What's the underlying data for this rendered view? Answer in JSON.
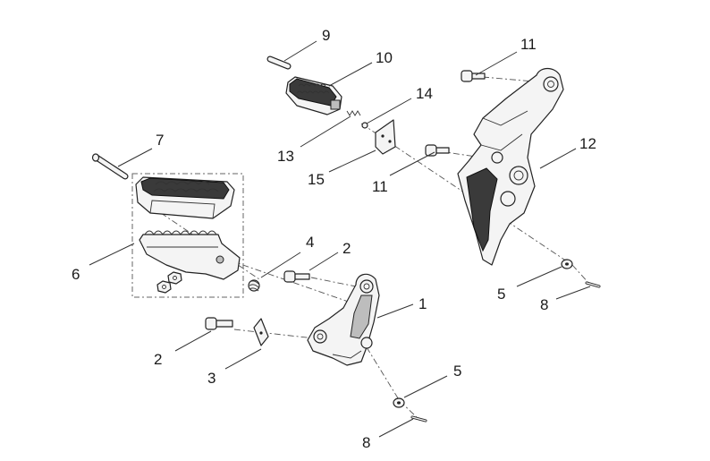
{
  "callouts": [
    {
      "id": "c1",
      "text": "1"
    },
    {
      "id": "c2a",
      "text": "2"
    },
    {
      "id": "c2b",
      "text": "2"
    },
    {
      "id": "c3",
      "text": "3"
    },
    {
      "id": "c4",
      "text": "4"
    },
    {
      "id": "c5a",
      "text": "5"
    },
    {
      "id": "c5b",
      "text": "5"
    },
    {
      "id": "c6",
      "text": "6"
    },
    {
      "id": "c7",
      "text": "7"
    },
    {
      "id": "c8a",
      "text": "8"
    },
    {
      "id": "c8b",
      "text": "8"
    },
    {
      "id": "c9",
      "text": "9"
    },
    {
      "id": "c10",
      "text": "10"
    },
    {
      "id": "c11a",
      "text": "11"
    },
    {
      "id": "c11b",
      "text": "11"
    },
    {
      "id": "c12",
      "text": "12"
    },
    {
      "id": "c13",
      "text": "13"
    },
    {
      "id": "c14",
      "text": "14"
    },
    {
      "id": "c15",
      "text": "15"
    }
  ]
}
